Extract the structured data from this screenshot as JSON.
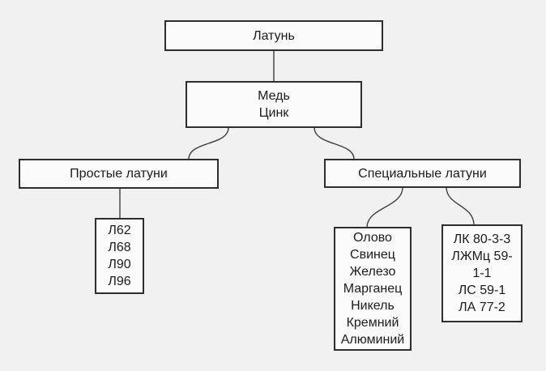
{
  "diagram": {
    "title_node": "Латунь",
    "colors": {
      "background": "#f1f1f2",
      "box_fill": "#fafafa",
      "box_border": "#2e2e2e",
      "connector": "#3d3d3d",
      "text": "#1c1c1c"
    },
    "nodes": {
      "brass": {
        "label": "Латунь"
      },
      "copper_zinc": {
        "lines": [
          "Медь",
          "Цинк"
        ]
      },
      "simple_brasses": {
        "label": "Простые латуни"
      },
      "special_brasses": {
        "label": "Специальные латуни"
      },
      "simple_grades": {
        "lines": [
          "Л62",
          "Л68",
          "Л90",
          "Л96"
        ]
      },
      "alloying_elements": {
        "lines": [
          "Олово",
          "Свинец",
          "Железо",
          "Марганец",
          "Никель",
          "Кремний",
          "Алюминий"
        ]
      },
      "special_grades": {
        "lines": [
          "ЛК 80-3-3",
          "ЛЖМц 59-1-1",
          "ЛС 59-1",
          "ЛА 77-2"
        ]
      }
    }
  }
}
